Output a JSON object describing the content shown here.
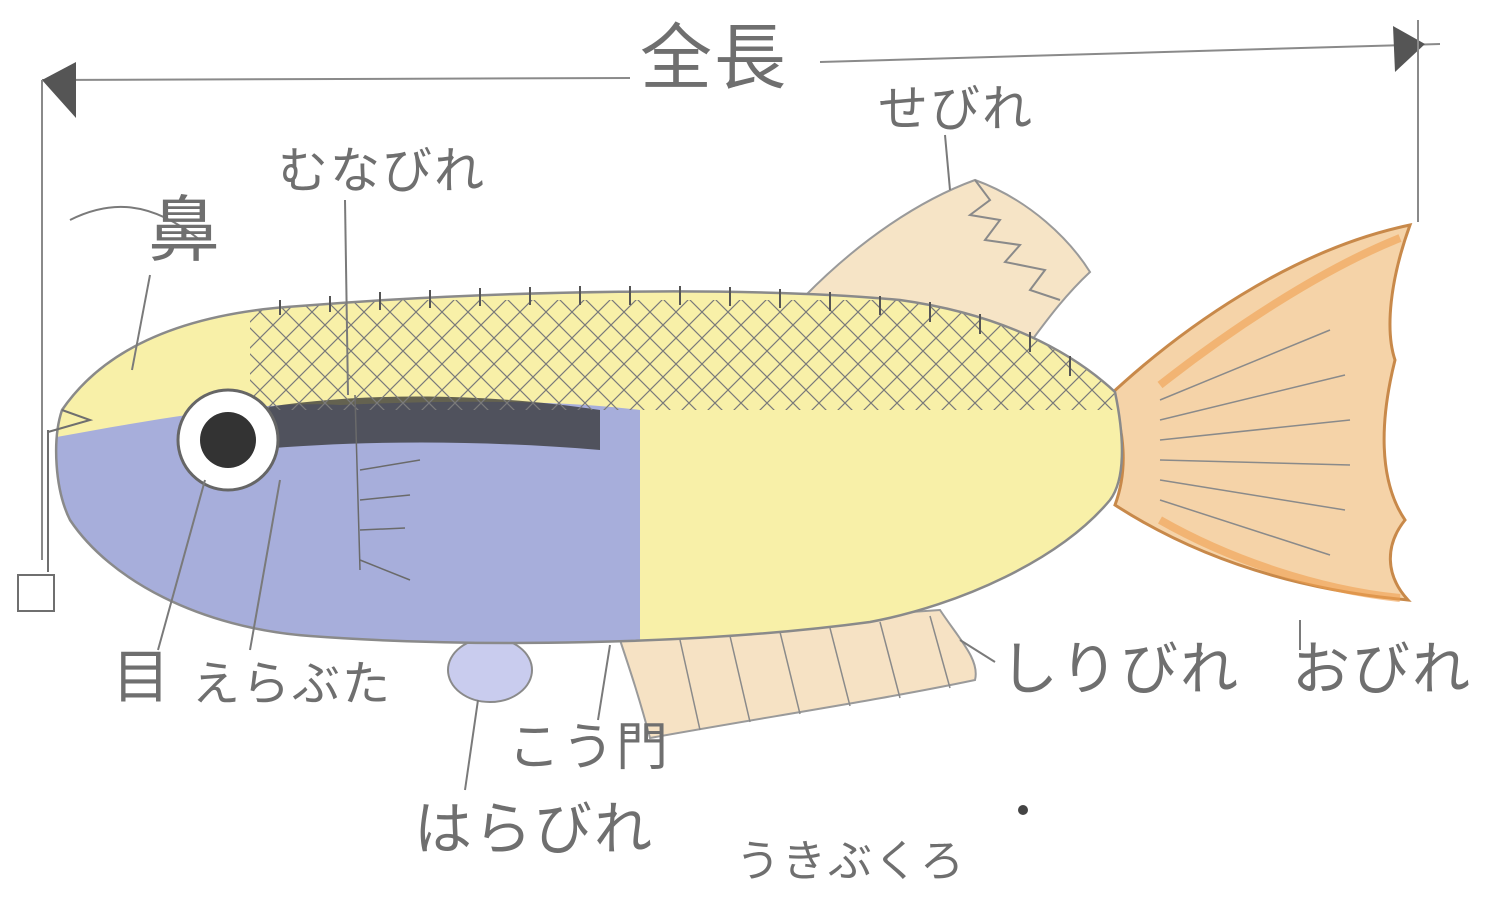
{
  "labels": {
    "total_length": "全長",
    "dorsal_fin": "せびれ",
    "pectoral_fin": "むなびれ",
    "nose": "鼻",
    "eye": "目",
    "gill_cover": "えらぶた",
    "anal_fin": "しりびれ",
    "tail_fin": "おびれ",
    "anus": "こう門",
    "pelvic_fin": "はらびれ",
    "swim_bladder": "うきぶくろ"
  },
  "colors": {
    "pencil": "#6f6f6f",
    "back_yellow": "#f8f0a0",
    "belly_blue": "#9da6e0",
    "side_dark": "#333333",
    "tail_orange": "#f0b070",
    "fin_pale": "#f6e4c6"
  }
}
